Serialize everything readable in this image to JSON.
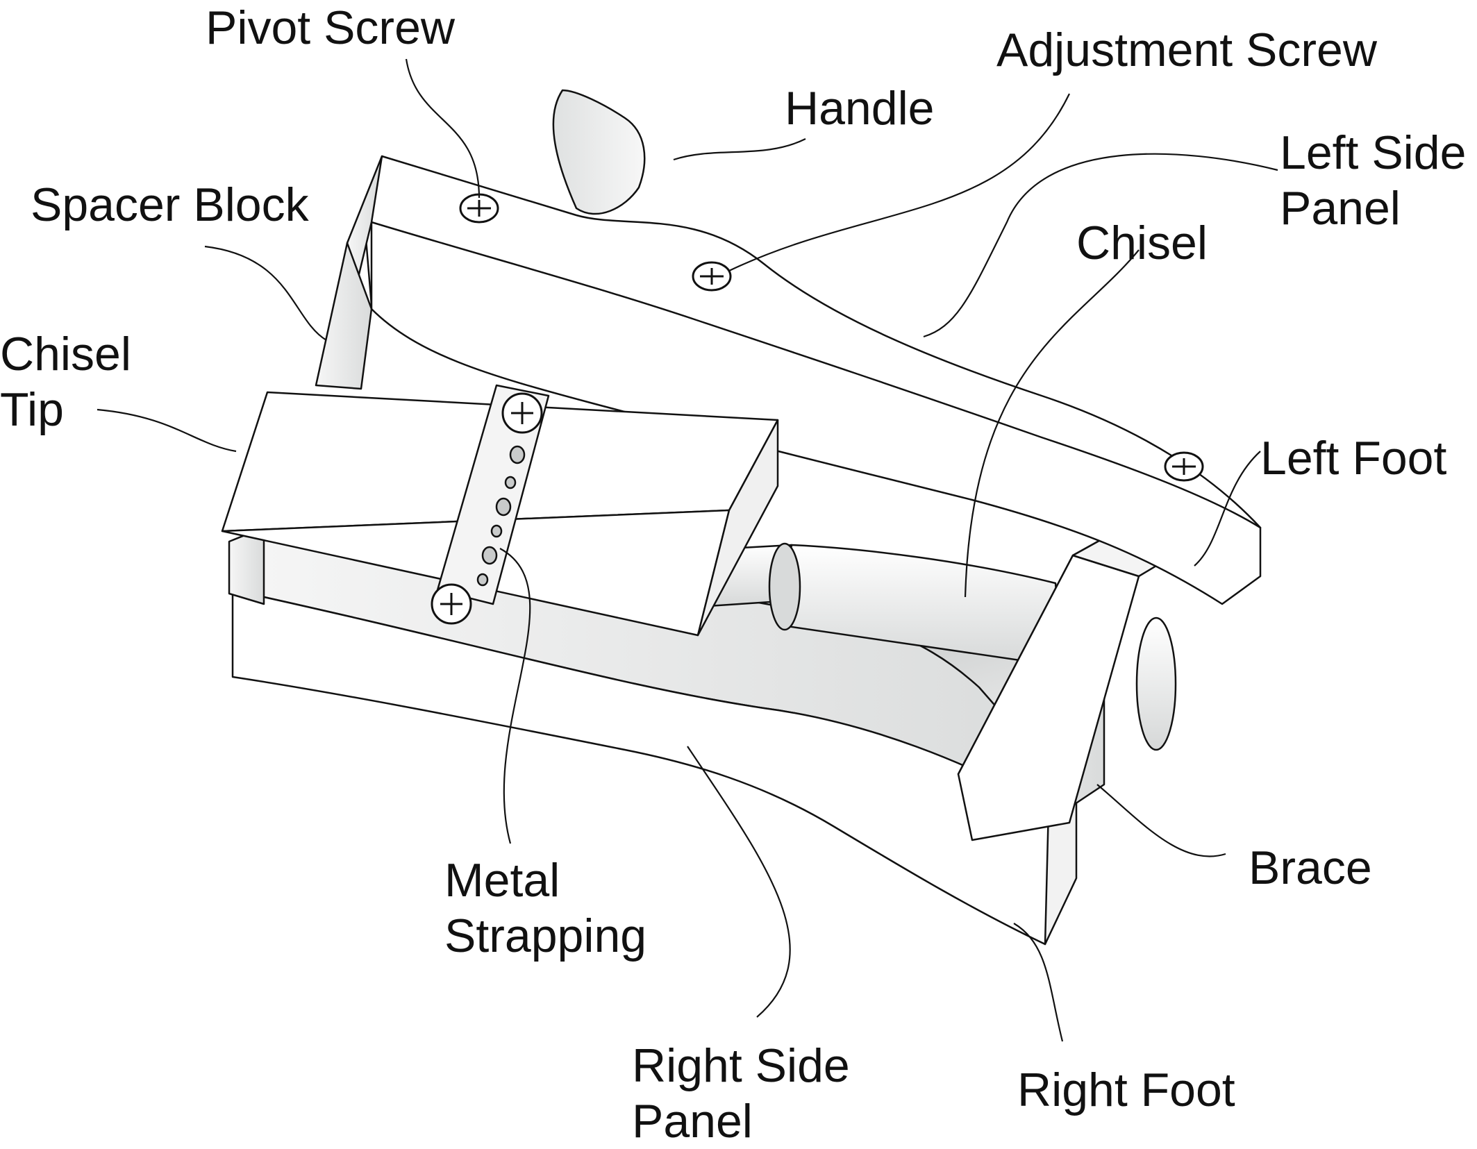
{
  "colors": {
    "ink": "#111111",
    "wood_face": "#ffffff",
    "wood_side": "#e9eaea",
    "wood_shadow": "#c9cbcb",
    "metal": "#f4f4f4"
  },
  "labels": {
    "pivot_screw": "Pivot Screw",
    "adjustment_screw": "Adjustment Screw",
    "handle": "Handle",
    "left_side_panel_1": "Left Side",
    "left_side_panel_2": "Panel",
    "spacer_block": "Spacer Block",
    "chisel": "Chisel",
    "chisel_tip_1": "Chisel",
    "chisel_tip_2": "Tip",
    "left_foot": "Left Foot",
    "brace": "Brace",
    "metal_strapping_1": "Metal",
    "metal_strapping_2": "Strapping",
    "right_side_panel_1": "Right Side",
    "right_side_panel_2": "Panel",
    "right_foot": "Right Foot"
  }
}
